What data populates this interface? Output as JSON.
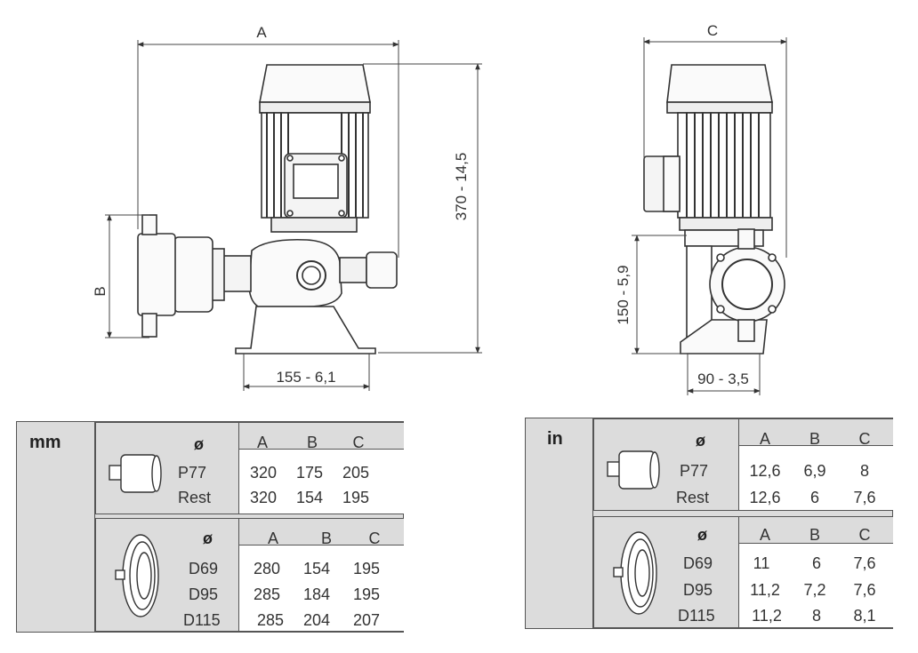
{
  "diagram": {
    "front_view": {
      "dim_A": "A",
      "dim_B": "B",
      "dim_height": "370 - 14,5",
      "dim_base": "155 - 6,1"
    },
    "side_view": {
      "dim_C": "C",
      "dim_height": "150 - 5,9",
      "dim_base": "90 - 3,5"
    }
  },
  "tables": {
    "mm": {
      "unit": "mm",
      "cylinder": {
        "symbol": "ø",
        "headers": [
          "A",
          "B",
          "C"
        ],
        "rows": [
          {
            "label": "P77",
            "values": [
              "320",
              "175",
              "205"
            ]
          },
          {
            "label": "Rest",
            "values": [
              "320",
              "154",
              "195"
            ]
          }
        ]
      },
      "diaphragm": {
        "symbol": "ø",
        "headers": [
          "A",
          "B",
          "C"
        ],
        "rows": [
          {
            "label": "D69",
            "values": [
              "280",
              "154",
              "195"
            ]
          },
          {
            "label": "D95",
            "values": [
              "285",
              "184",
              "195"
            ]
          },
          {
            "label": "D115",
            "values": [
              "285",
              "204",
              "207"
            ]
          }
        ]
      }
    },
    "in": {
      "unit": "in",
      "cylinder": {
        "symbol": "ø",
        "headers": [
          "A",
          "B",
          "C"
        ],
        "rows": [
          {
            "label": "P77",
            "values": [
              "12,6",
              "6,9",
              "8"
            ]
          },
          {
            "label": "Rest",
            "values": [
              "12,6",
              "6",
              "7,6"
            ]
          }
        ]
      },
      "diaphragm": {
        "symbol": "ø",
        "headers": [
          "A",
          "B",
          "C"
        ],
        "rows": [
          {
            "label": "D69",
            "values": [
              "11",
              "6",
              "7,6"
            ]
          },
          {
            "label": "D95",
            "values": [
              "11,2",
              "7,2",
              "7,6"
            ]
          },
          {
            "label": "D115",
            "values": [
              "11,2",
              "8",
              "8,1"
            ]
          }
        ]
      }
    }
  }
}
